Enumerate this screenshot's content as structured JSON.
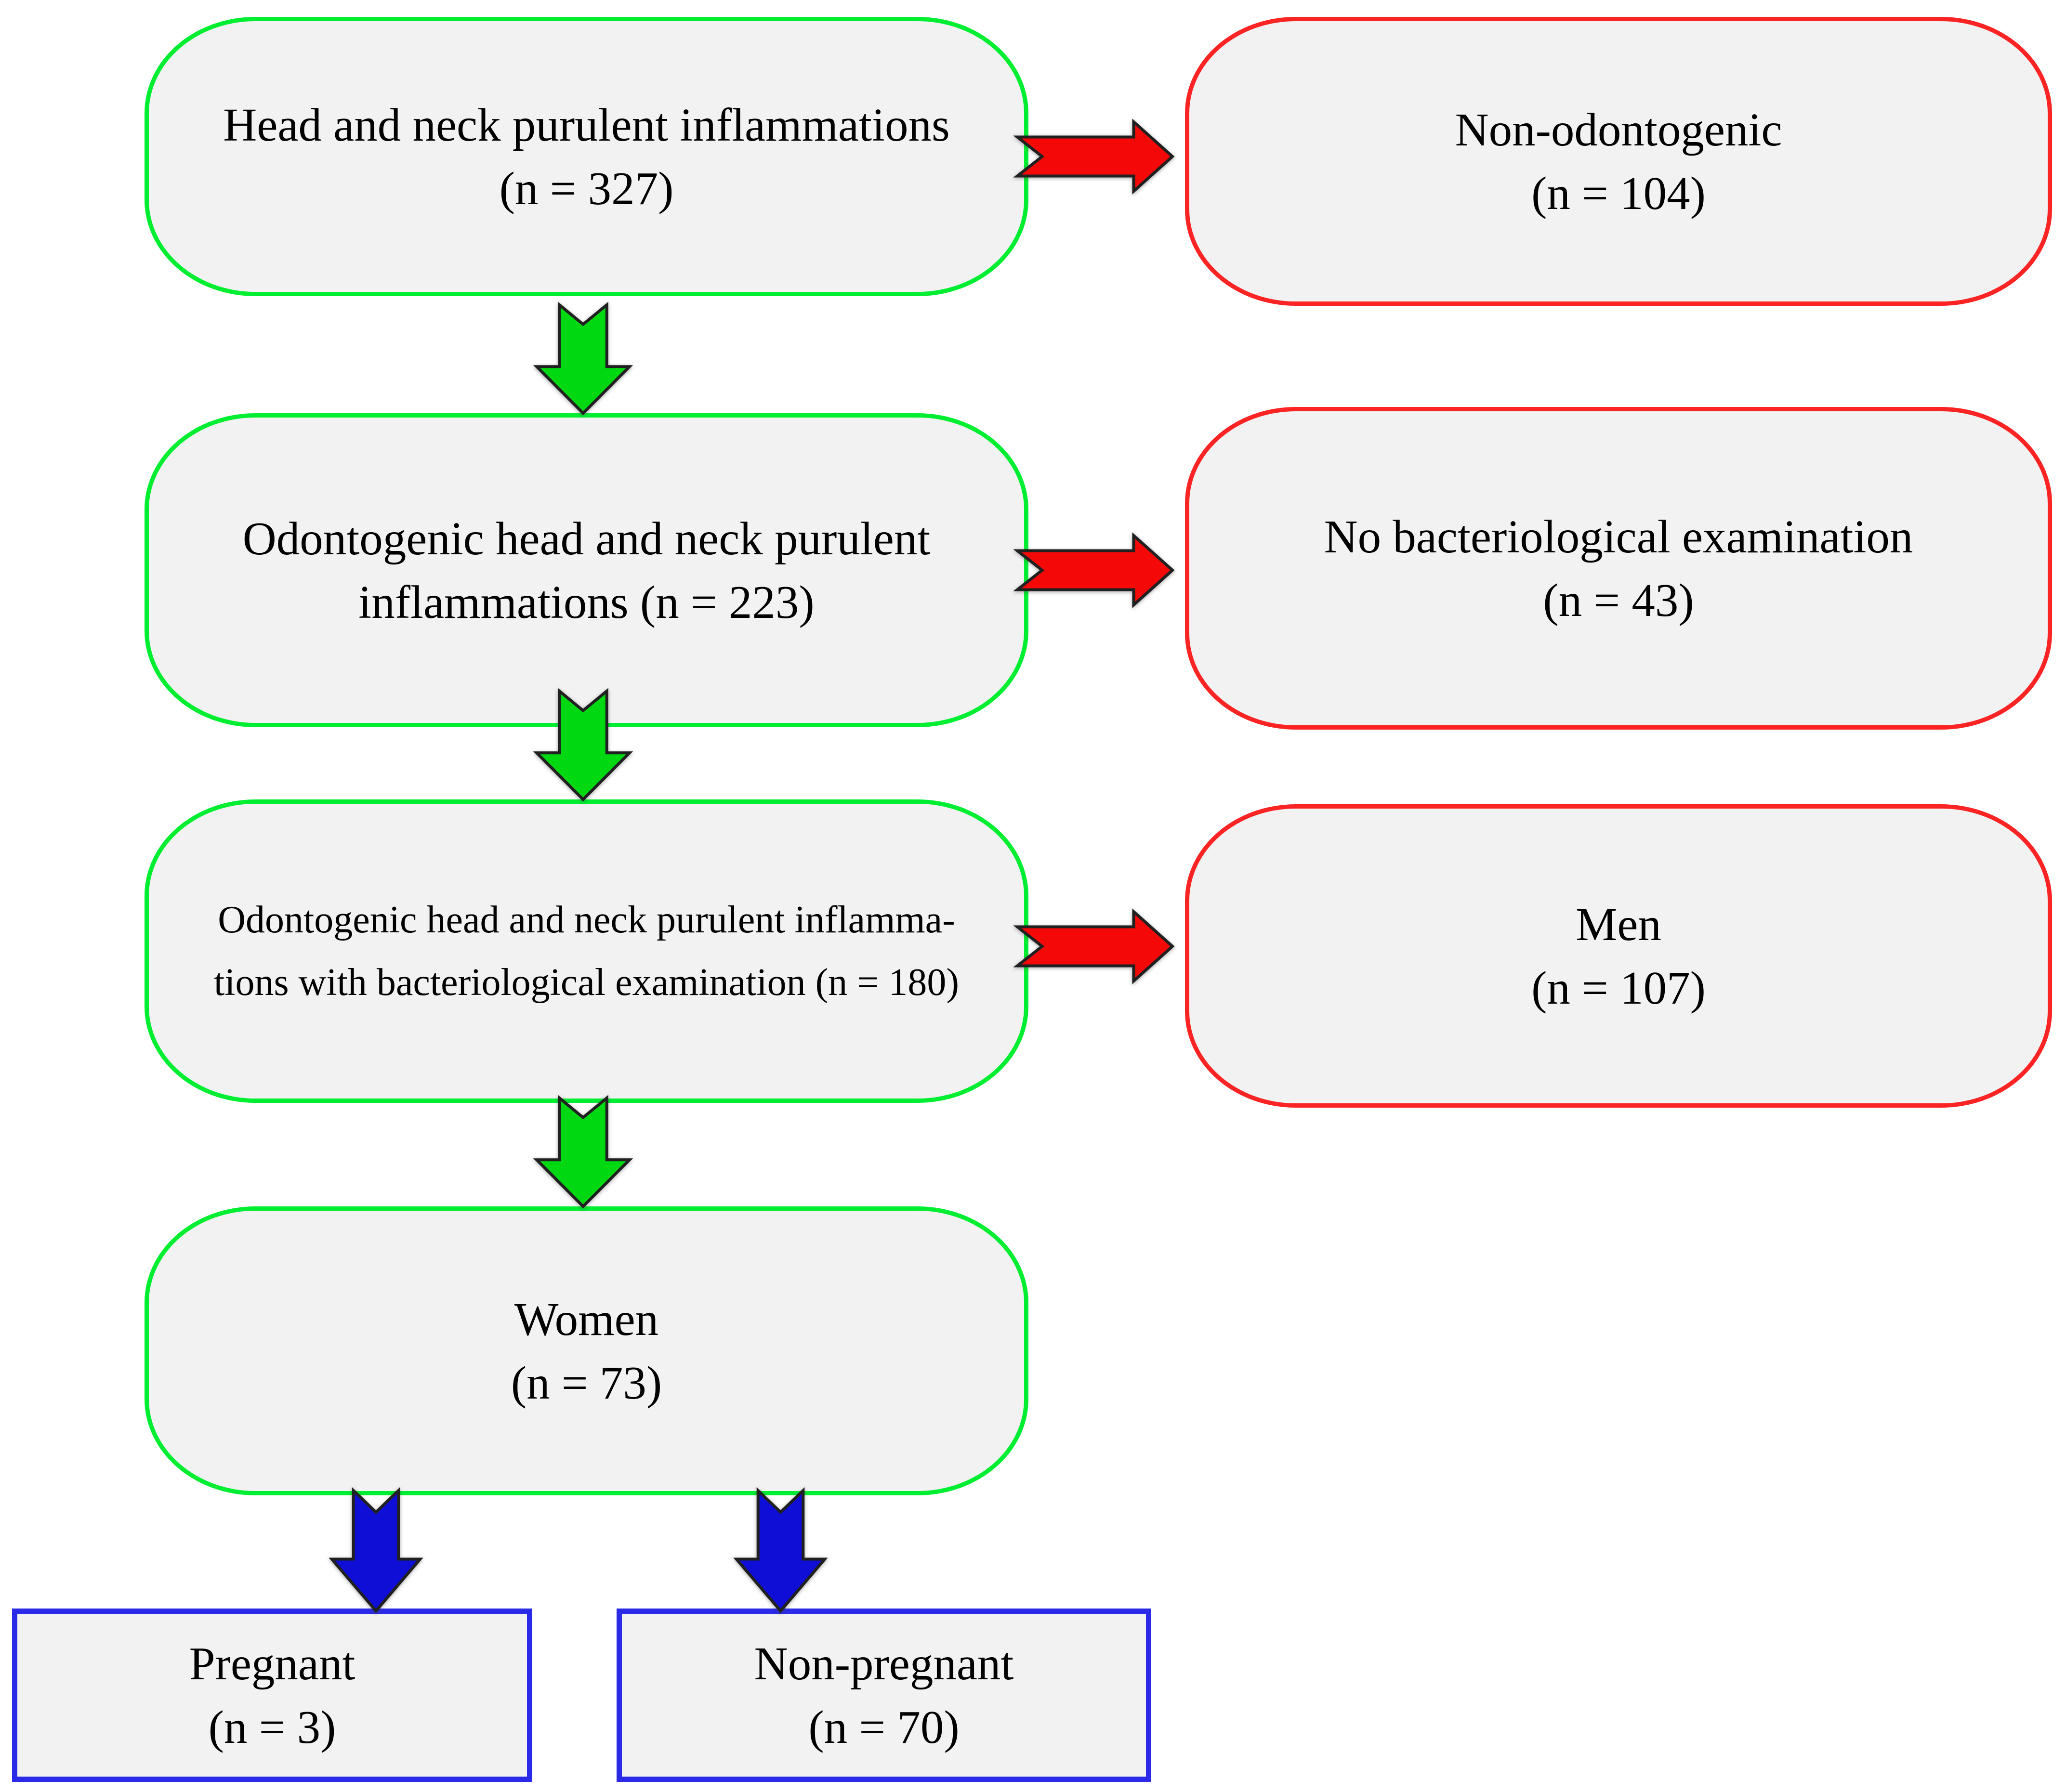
{
  "colors": {
    "background": "#ffffff",
    "box_fill": "#f2f2f2",
    "text_color": "#000000",
    "green_border": "#00ee32",
    "green_arrow_fill": "#00d911",
    "red_border": "#fb2424",
    "red_arrow_fill": "#f50808",
    "blue_border": "#2a2ae8",
    "blue_arrow_fill": "#0e0ed6",
    "arrow_outline": "#202020"
  },
  "nodes": {
    "head_neck": {
      "line1": "Head and neck purulent inflammations",
      "line2": "(n = 327)"
    },
    "non_odontogenic": {
      "line1": "Non-odontogenic",
      "line2": "(n = 104)"
    },
    "odontogenic": {
      "line1": "Odontogenic head and neck purulent",
      "line2": "inflammations (n = 223)"
    },
    "no_bacteriological": {
      "line1": "No bacteriological examination",
      "line2": "(n = 43)"
    },
    "odontogenic_bacteriological": {
      "line1": "Odontogenic head and neck purulent inflamma-",
      "line2": "tions with bacteriological examination (n = 180)"
    },
    "men": {
      "line1": "Men",
      "line2": "(n = 107)"
    },
    "women": {
      "line1": "Women",
      "line2": "(n = 73)"
    },
    "pregnant": {
      "line1": "Pregnant",
      "line2": "(n = 3)"
    },
    "non_pregnant": {
      "line1": "Non-pregnant",
      "line2": "(n = 70)"
    }
  },
  "edges": [
    {
      "from": "head_neck",
      "to": "non_odontogenic",
      "direction": "right",
      "color": "red"
    },
    {
      "from": "head_neck",
      "to": "odontogenic",
      "direction": "down",
      "color": "green"
    },
    {
      "from": "odontogenic",
      "to": "no_bacteriological",
      "direction": "right",
      "color": "red"
    },
    {
      "from": "odontogenic",
      "to": "odontogenic_bacteriological",
      "direction": "down",
      "color": "green"
    },
    {
      "from": "odontogenic_bacteriological",
      "to": "men",
      "direction": "right",
      "color": "red"
    },
    {
      "from": "odontogenic_bacteriological",
      "to": "women",
      "direction": "down",
      "color": "green"
    },
    {
      "from": "women",
      "to": "pregnant",
      "direction": "down",
      "color": "blue"
    },
    {
      "from": "women",
      "to": "non_pregnant",
      "direction": "down",
      "color": "blue"
    }
  ]
}
